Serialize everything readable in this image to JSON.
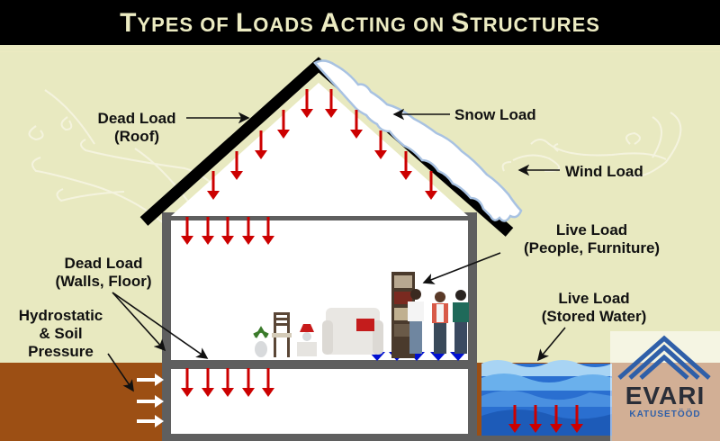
{
  "title": {
    "parts": [
      {
        "cap": "T",
        "rest": "YPES OF "
      },
      {
        "cap": "L",
        "rest": "OADS "
      },
      {
        "cap": "A",
        "rest": "CTING ON "
      },
      {
        "cap": "S",
        "rest": "TRUCTURES"
      }
    ],
    "full": "Types of Loads Acting on Structures"
  },
  "labels": {
    "dead_roof": {
      "line1": "Dead Load",
      "line2": "(Roof)"
    },
    "snow": {
      "line1": "Snow Load"
    },
    "wind": {
      "line1": "Wind Load"
    },
    "live_people": {
      "line1": "Live Load",
      "line2": "(People, Furniture)"
    },
    "dead_walls": {
      "line1": "Dead Load",
      "line2": "(Walls, Floor)"
    },
    "hydrostatic": {
      "line1": "Hydrostatic",
      "line2": "& Soil",
      "line3": "Pressure"
    },
    "live_water": {
      "line1": "Live Load",
      "line2": "(Stored Water)"
    }
  },
  "logo": {
    "word": "EVARI",
    "sub": "KATUSETÖÖD"
  },
  "colors": {
    "background": "#e8e9c0",
    "title_bg": "#000000",
    "title_text": "#ecebc2",
    "dead_load_arrow": "#cc0000",
    "live_load_arrow": "#0010d0",
    "soil": "#9c4f14",
    "wall": "#5f5f5f",
    "roof": "#000000",
    "water": "#3d7fd8"
  }
}
